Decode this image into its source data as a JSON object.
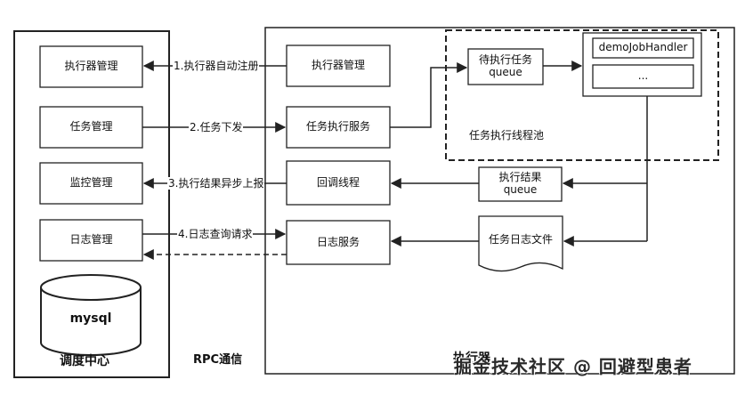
{
  "scheduler": {
    "title": "调度中心",
    "executor_mgmt": "执行器管理",
    "task_mgmt": "任务管理",
    "monitor_mgmt": "监控管理",
    "log_mgmt": "日志管理",
    "db": "mysql"
  },
  "rpc": {
    "title": "RPC通信",
    "arrows": [
      "1.执行器自动注册",
      "2.任务下发",
      "3.执行结果异步上报",
      "4.日志查询请求"
    ]
  },
  "executor": {
    "title": "执行器",
    "executor_mgmt": "执行器管理",
    "task_service": "任务执行服务",
    "callback": "回调线程",
    "log_service": "日志服务",
    "pending_queue": "待执行任务\nqueue",
    "thread_pool_label": "任务执行线程池",
    "handler": "demoJobHandler",
    "handler_more": "...",
    "result_queue": "执行结果\nqueue",
    "log_file": "任务日志文件"
  },
  "watermark": "掘金技术社区 @ 回避型患者"
}
